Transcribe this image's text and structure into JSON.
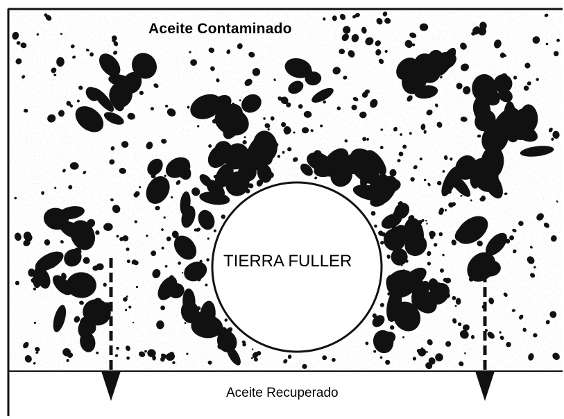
{
  "diagram": {
    "title": "Aceite Contaminado",
    "center_label": "TIERRA FULLER",
    "bottom_label": "Aceite Recuperado"
  },
  "colors": {
    "ink": "#111111",
    "paper": "#ffffff",
    "speckle": "#9a9a9a"
  },
  "icons": {
    "left_arrow": "dashed-down-arrow",
    "right_arrow": "dashed-down-arrow",
    "particles": "contaminant-blob"
  }
}
